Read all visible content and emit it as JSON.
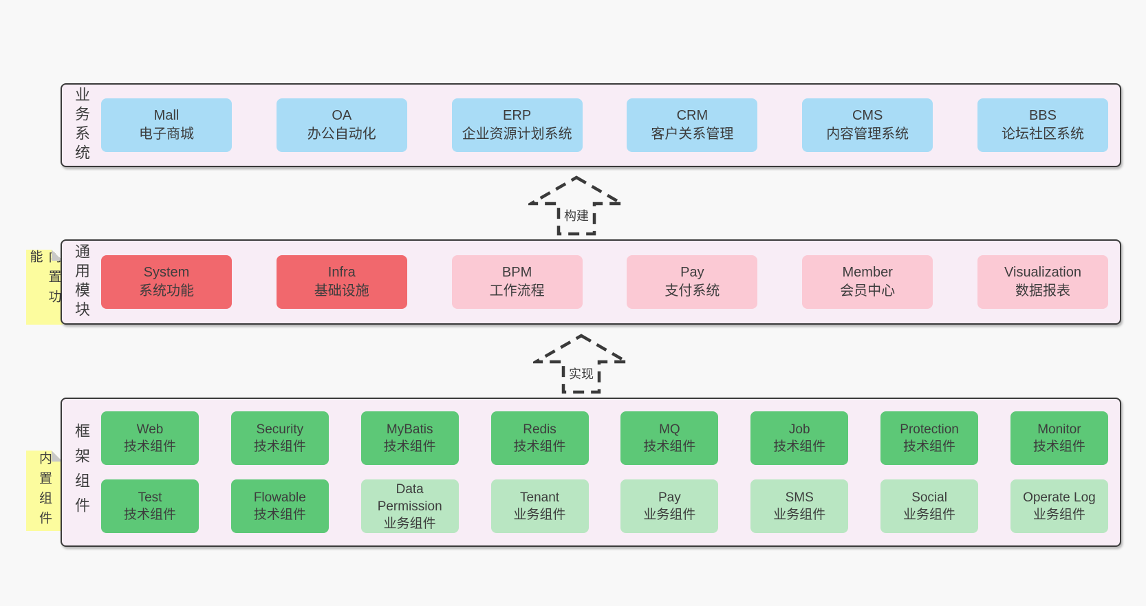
{
  "colors": {
    "page-bg": "#f8f8f8",
    "panel-bg": "#f8edf6",
    "panel-border": "#3a3a3a",
    "box-blue": "#a9dcf6",
    "box-red": "#f1686d",
    "box-pink": "#fbc9d4",
    "box-green": "#5dc877",
    "box-green-light": "#b9e6c2",
    "sticky-bg": "#fcfc9e",
    "sticky-fold": "#c8c8c8",
    "text": "#3d3d3d"
  },
  "panels": [
    {
      "id": "business-systems",
      "label": "业务系统",
      "sticky": null,
      "rows": [
        [
          {
            "title": "Mall",
            "subtitle": "电子商城",
            "variant": "blue"
          },
          {
            "title": "OA",
            "subtitle": "办公自动化",
            "variant": "blue"
          },
          {
            "title": "ERP",
            "subtitle": "企业资源计划系统",
            "variant": "blue"
          },
          {
            "title": "CRM",
            "subtitle": "客户关系管理",
            "variant": "blue"
          },
          {
            "title": "CMS",
            "subtitle": "内容管理系统",
            "variant": "blue"
          },
          {
            "title": "BBS",
            "subtitle": "论坛社区系统",
            "variant": "blue"
          }
        ]
      ]
    },
    {
      "id": "common-modules",
      "label": "通用模块",
      "sticky": "内置功能",
      "rows": [
        [
          {
            "title": "System",
            "subtitle": "系统功能",
            "variant": "red"
          },
          {
            "title": "Infra",
            "subtitle": "基础设施",
            "variant": "red"
          },
          {
            "title": "BPM",
            "subtitle": "工作流程",
            "variant": "pink"
          },
          {
            "title": "Pay",
            "subtitle": "支付系统",
            "variant": "pink"
          },
          {
            "title": "Member",
            "subtitle": "会员中心",
            "variant": "pink"
          },
          {
            "title": "Visualization",
            "subtitle": "数据报表",
            "variant": "pink"
          }
        ]
      ]
    },
    {
      "id": "framework-components",
      "label": "框架组件",
      "sticky": "内置组件",
      "rows": [
        [
          {
            "title": "Web",
            "subtitle": "技术组件",
            "variant": "green"
          },
          {
            "title": "Security",
            "subtitle": "技术组件",
            "variant": "green"
          },
          {
            "title": "MyBatis",
            "subtitle": "技术组件",
            "variant": "green"
          },
          {
            "title": "Redis",
            "subtitle": "技术组件",
            "variant": "green"
          },
          {
            "title": "MQ",
            "subtitle": "技术组件",
            "variant": "green"
          },
          {
            "title": "Job",
            "subtitle": "技术组件",
            "variant": "green"
          },
          {
            "title": "Protection",
            "subtitle": "技术组件",
            "variant": "green"
          },
          {
            "title": "Monitor",
            "subtitle": "技术组件",
            "variant": "green"
          }
        ],
        [
          {
            "title": "Test",
            "subtitle": "技术组件",
            "variant": "green"
          },
          {
            "title": "Flowable",
            "subtitle": "技术组件",
            "variant": "green"
          },
          {
            "title": "Data Permission",
            "subtitle": "业务组件",
            "variant": "green-light"
          },
          {
            "title": "Tenant",
            "subtitle": "业务组件",
            "variant": "green-light"
          },
          {
            "title": "Pay",
            "subtitle": "业务组件",
            "variant": "green-light"
          },
          {
            "title": "SMS",
            "subtitle": "业务组件",
            "variant": "green-light"
          },
          {
            "title": "Social",
            "subtitle": "业务组件",
            "variant": "green-light"
          },
          {
            "title": "Operate Log",
            "subtitle": "业务组件",
            "variant": "green-light"
          }
        ]
      ]
    }
  ],
  "arrows": [
    {
      "label": "构建"
    },
    {
      "label": "实现"
    }
  ]
}
